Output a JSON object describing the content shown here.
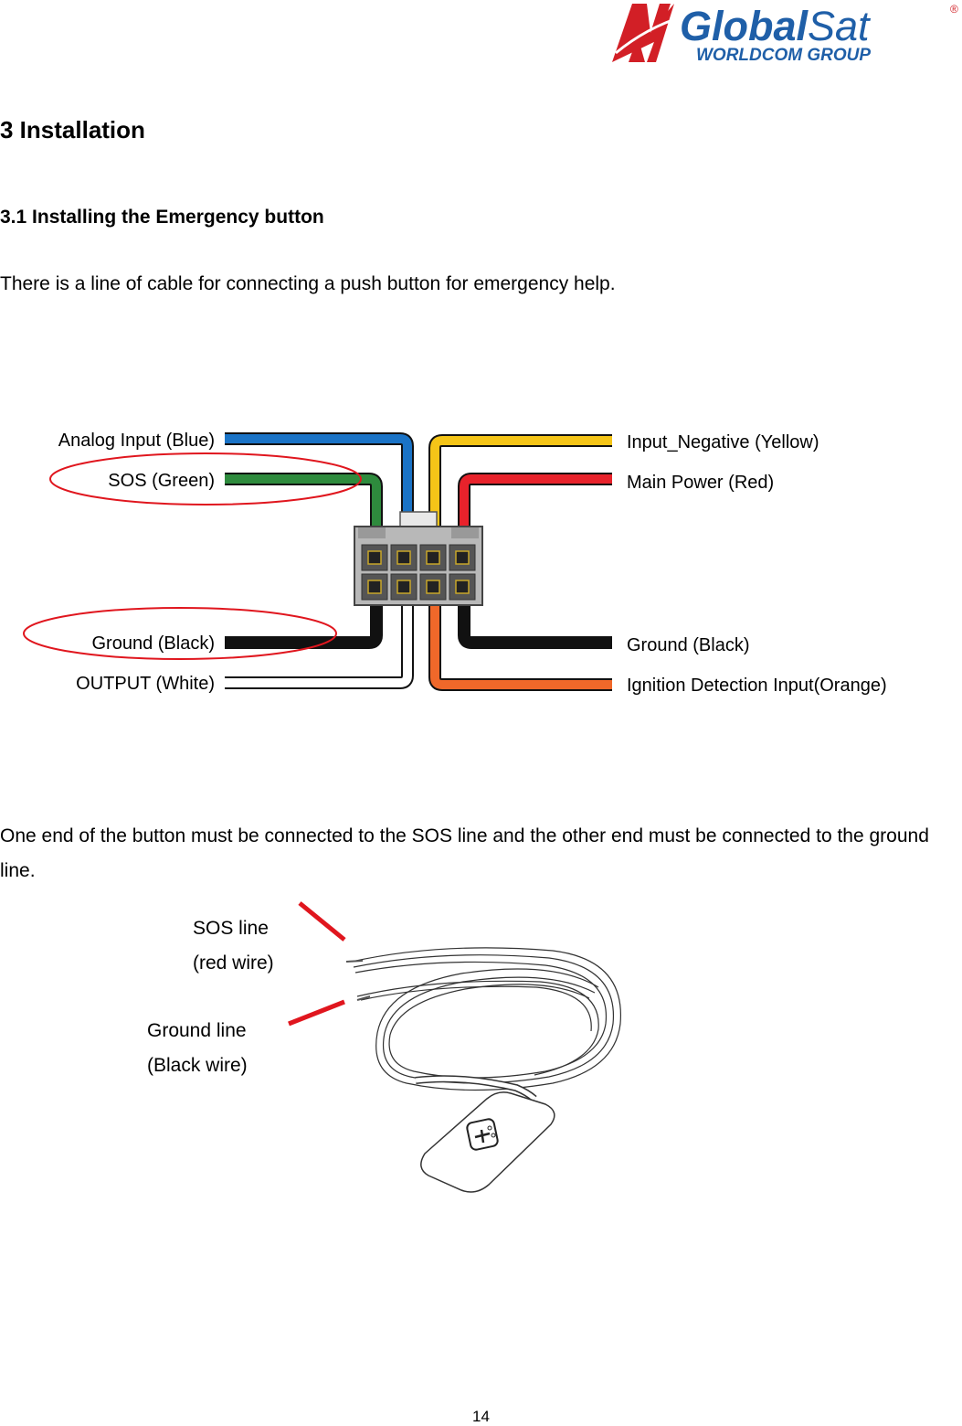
{
  "header": {
    "logo_text_bold": "Global",
    "logo_text_light": "Sat",
    "logo_registered": "®",
    "logo_subtitle": "WORLDCOM GROUP",
    "brand_red": "#d21f26",
    "brand_blue": "#1f5fa8"
  },
  "section": {
    "heading": "3 Installation",
    "subheading": "3.1 Installing the Emergency button",
    "intro": "There is a line of cable for connecting a push button for emergency help."
  },
  "pinout": {
    "left_wires": [
      {
        "label": "Analog Input (Blue)",
        "color": "#1a73c6"
      },
      {
        "label": "SOS (Green)",
        "color": "#2e8b3d"
      },
      {
        "label": "Ground (Black)",
        "color": "#111111"
      },
      {
        "label": "OUTPUT (White)",
        "color": "#ffffff"
      }
    ],
    "right_wires": [
      {
        "label": "Input_Negative (Yellow)",
        "color": "#f5c518"
      },
      {
        "label": "Main Power (Red)",
        "color": "#e8222b"
      },
      {
        "label": "Ground (Black)",
        "color": "#111111"
      },
      {
        "label": "Ignition Detection Input(Orange)",
        "color": "#f0682a"
      }
    ],
    "highlight_color": "#e0161e"
  },
  "instruction": "One end of the button must be connected to the SOS line and the other end must be connected to the ground line.",
  "callouts": {
    "sos_line": "SOS line",
    "sos_wire": "(red wire)",
    "ground_line": "Ground line",
    "ground_wire": "(Black wire)"
  },
  "footer": {
    "page_number": "14"
  }
}
